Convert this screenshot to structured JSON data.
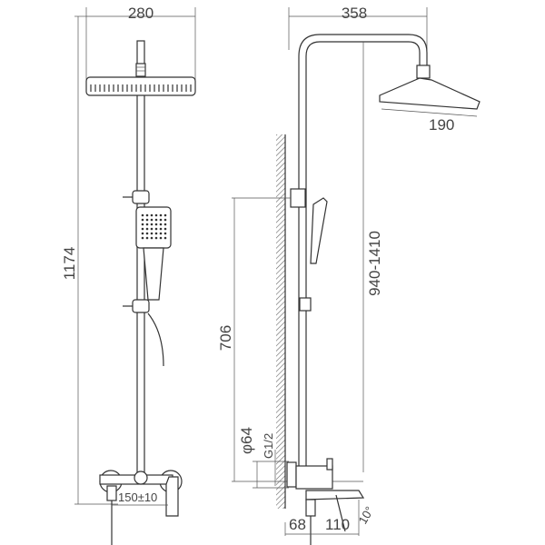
{
  "dimensions": {
    "head_width": "280",
    "total_height": "1174",
    "projection": "358",
    "head_depth": "190",
    "height_range": "940-1410",
    "mixer_height": "706",
    "flange_diameter": "φ64",
    "thread": "G1/2",
    "centers": "150±10",
    "wall_offset": "68",
    "spout_length": "110",
    "angle": "10°"
  }
}
